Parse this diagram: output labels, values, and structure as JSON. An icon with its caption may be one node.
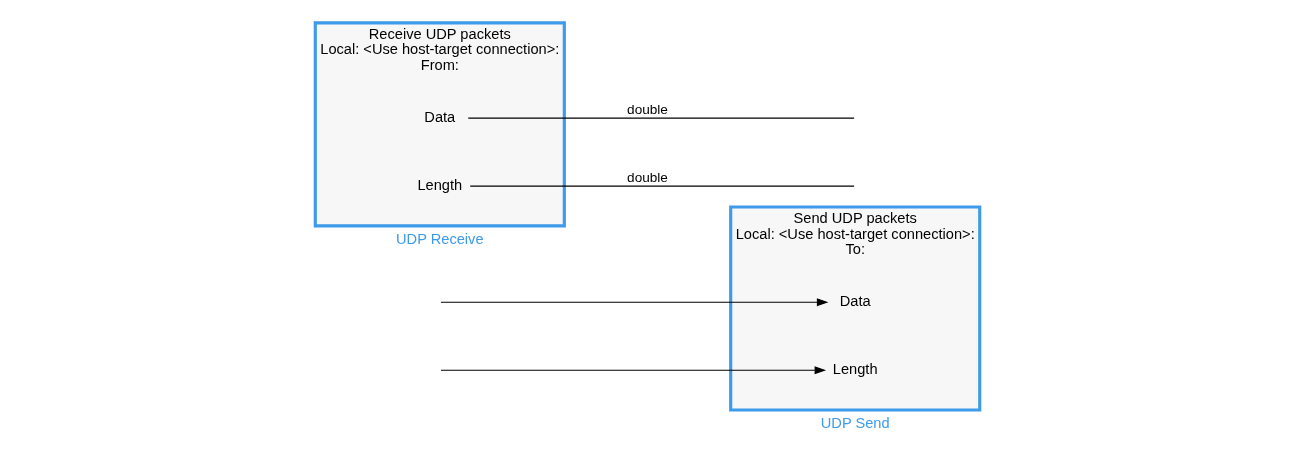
{
  "diagram": {
    "nodes": [
      {
        "text": [
          "Send UDP packets",
          "Local: <Use host-target connection>:",
          "To:"
        ],
        "beside": [
          "UDP Send"
        ]
      },
      {
        "text": [
          "Data"
        ],
        "in": 0
      },
      {
        "text": [
          "Length"
        ],
        "in": 0
      },
      {
        "text": [
          "Receive UDP packets",
          "Local: <Use host-target connection>:",
          "From:"
        ],
        "beside": [
          "UDP Receive"
        ]
      },
      {
        "text": [
          "Data"
        ],
        "in": 3
      },
      {
        "text": [
          "Length"
        ],
        "in": 3
      }
    ],
    "edges": [
      {
        "from": null,
        "to": 1,
        "arrow": "to"
      },
      {
        "from": null,
        "to": 2,
        "arrow": "to"
      },
      {
        "from": 4,
        "to": null,
        "arrow": "none",
        "label": "double"
      },
      {
        "from": 5,
        "to": null,
        "arrow": "none",
        "label": "double"
      }
    ]
  }
}
